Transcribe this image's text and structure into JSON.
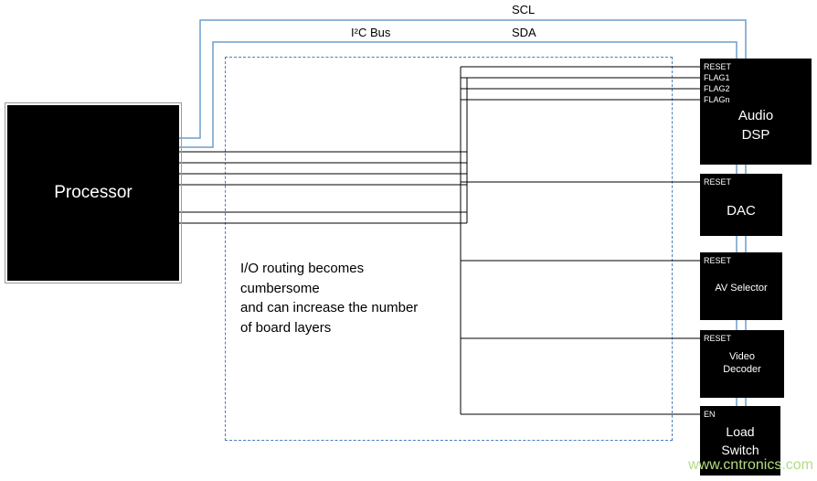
{
  "bus": {
    "scl": "SCL",
    "sda": "SDA",
    "i2c": "I²C Bus"
  },
  "processor": {
    "label": "Processor"
  },
  "note": {
    "lines": [
      "I/O routing becomes",
      "cumbersome",
      "and can increase the number",
      "of board layers"
    ]
  },
  "devices": [
    {
      "name": "Audio DSP",
      "pins": [
        "RESET",
        "FLAG1",
        "FLAG2",
        "FLAGn"
      ]
    },
    {
      "name": "DAC",
      "pins": [
        "RESET"
      ]
    },
    {
      "name": "AV Selector",
      "pins": [
        "RESET"
      ]
    },
    {
      "name": "Video Decoder",
      "pins": [
        "RESET"
      ]
    },
    {
      "name": "Load Switch",
      "pins": [
        "EN"
      ]
    }
  ],
  "watermark": "www.cntronics.com",
  "colors": {
    "bus_blue": "#6d9eca",
    "dashed_blue": "#4a7dbf",
    "wire_black": "#000000",
    "box_black": "#000000",
    "watermark_green": "#b4dc84"
  }
}
